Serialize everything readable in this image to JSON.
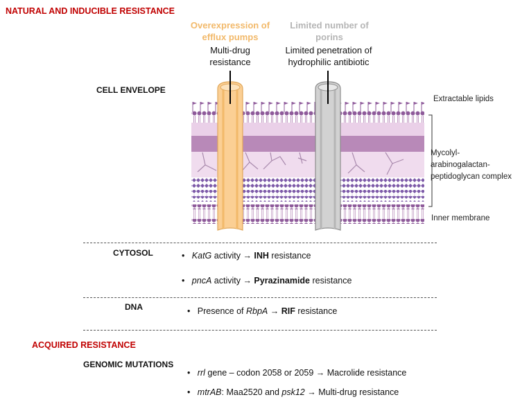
{
  "header": {
    "natural": "NATURAL AND INDUCIBLE RESISTANCE",
    "acquired": "ACQUIRED RESISTANCE"
  },
  "efflux": {
    "title": "Overexpression of efflux pumps",
    "subtitle": "Multi-drug resistance",
    "color": "#f2b96a"
  },
  "porins": {
    "title": "Limited number of porins",
    "subtitle": "Limited penetration of hydrophilic antibiotic",
    "color": "#bdbdbd"
  },
  "envelope": {
    "heading": "CELL ENVELOPE",
    "labels": {
      "lipids": "Extractable lipids",
      "complex": "Mycolyl-arabinogalactan-peptidoglycan complex",
      "membrane": "Inner membrane"
    },
    "colors": {
      "head": "#8e5a9a",
      "light": "#ead0e8",
      "mid": "#d7a9d2",
      "dark": "#b07fb2"
    }
  },
  "cytosol": {
    "heading": "CYTOSOL",
    "items": [
      {
        "gene": "KatG",
        "mid": " activity → ",
        "drug": "INH",
        "tail": " resistance"
      },
      {
        "gene": "pncA",
        "mid": " activity → ",
        "drug": "Pyrazinamide",
        "tail": " resistance"
      }
    ]
  },
  "dna": {
    "heading": "DNA",
    "items": [
      {
        "pre": "Presence of ",
        "gene": "RbpA",
        "mid": " → ",
        "drug": "RIF",
        "tail": " resistance"
      }
    ]
  },
  "genomic": {
    "heading": "GENOMIC MUTATIONS",
    "items": [
      {
        "gene": "rrl",
        "text": " gene – codon 2058 or 2059 → Macrolide resistance"
      },
      {
        "gene": "mtrAB",
        "text": ": Maa2520 and ",
        "gene2": "psk12",
        "tail": " → Multi-drug resistance"
      }
    ]
  }
}
